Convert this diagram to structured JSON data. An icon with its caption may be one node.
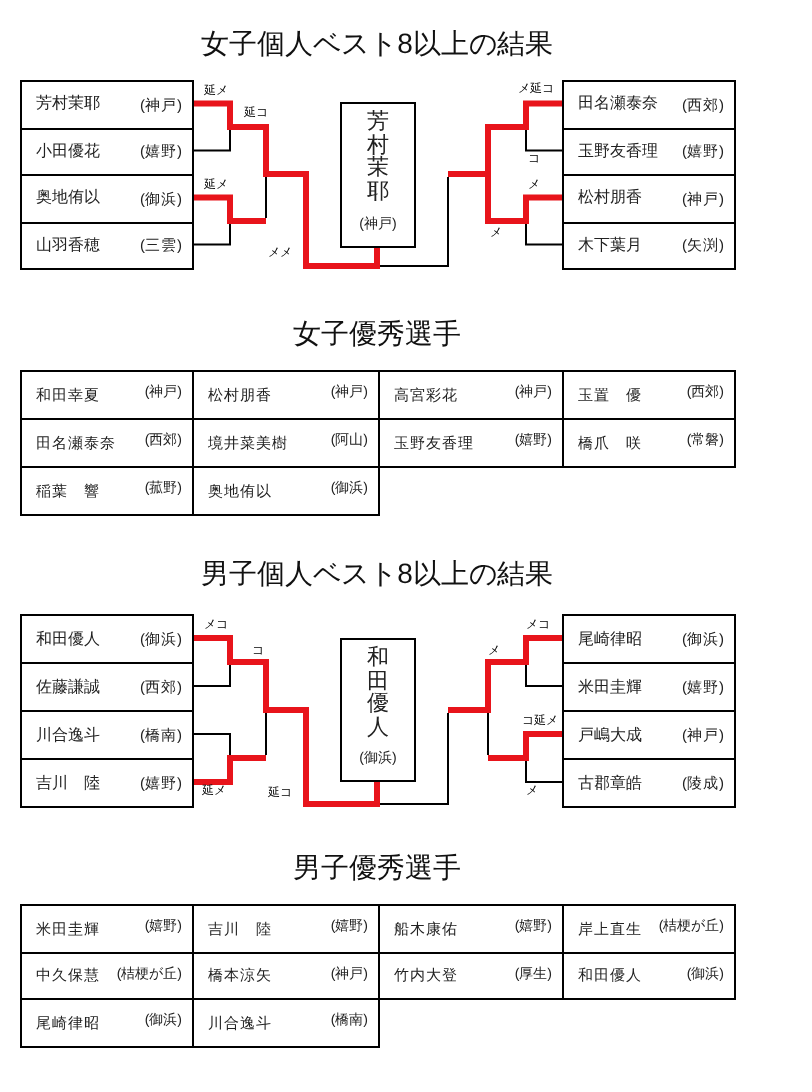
{
  "diagram": {
    "nodes": [
      {
        "text": [
          "芳村茉耶",
          "(神戸)"
        ]
      },
      {
        "text": [
          "小田優花",
          "(嬉野)"
        ]
      },
      {
        "text": [
          "奥地侑以",
          "(御浜)"
        ]
      },
      {
        "text": [
          "山羽香穂",
          "(三雲)"
        ]
      },
      {
        "text": [
          "芳村茉耶",
          "(神戸)"
        ]
      },
      {
        "text": [
          "田名瀬泰奈",
          "(西郊)"
        ]
      },
      {
        "text": [
          "玉野友香理",
          "(嬉野)"
        ]
      },
      {
        "text": [
          "松村朋香",
          "(神戸)"
        ]
      },
      {
        "text": [
          "木下葉月",
          "(矢渕)"
        ]
      },
      {
        "text": [
          "和田優人",
          "(御浜)"
        ]
      },
      {
        "text": [
          "佐藤謙誠",
          "(西郊)"
        ]
      },
      {
        "text": [
          "川合逸斗",
          "(橋南)"
        ]
      },
      {
        "text": [
          "吉川　陸",
          "(嬉野)"
        ]
      },
      {
        "text": [
          "和田優人",
          "(御浜)"
        ]
      },
      {
        "text": [
          "尾崎律昭",
          "(御浜)"
        ]
      },
      {
        "text": [
          "米田圭輝",
          "(嬉野)"
        ]
      },
      {
        "text": [
          "戸嶋大成",
          "(神戸)"
        ]
      },
      {
        "text": [
          "古郡章皓",
          "(陵成)"
        ]
      }
    ],
    "edges": [
      {
        "from": 0,
        "to": 4,
        "arrow": "none",
        "style": "thick",
        "color": "#e8141b"
      },
      {
        "from": 1,
        "to": null,
        "arrow": "none",
        "color": "#000000"
      },
      {
        "from": 2,
        "to": null,
        "arrow": "none",
        "style": "thick",
        "color": "#e8141b"
      },
      {
        "from": 3,
        "to": null,
        "arrow": "none",
        "color": "#000000"
      },
      {
        "from": 5,
        "to": null,
        "arrow": "none",
        "style": "thick",
        "color": "#e8141b"
      },
      {
        "from": 6,
        "to": null,
        "arrow": "none",
        "color": "#000000"
      },
      {
        "from": 7,
        "to": null,
        "arrow": "none",
        "style": "thick",
        "color": "#e8141b"
      },
      {
        "from": 8,
        "to": null,
        "arrow": "none",
        "color": "#000000"
      },
      {
        "from": null,
        "to": 4,
        "arrow": "none",
        "color": "#000000"
      },
      {
        "from": 9,
        "to": 13,
        "arrow": "none",
        "style": "thick",
        "color": "#e8141b"
      },
      {
        "from": 10,
        "to": null,
        "arrow": "none",
        "color": "#000000"
      },
      {
        "from": 11,
        "to": null,
        "arrow": "none",
        "color": "#000000"
      },
      {
        "from": 12,
        "to": null,
        "arrow": "none",
        "style": "thick",
        "color": "#e8141b"
      },
      {
        "from": 14,
        "to": null,
        "arrow": "none",
        "style": "thick",
        "color": "#e8141b"
      },
      {
        "from": 15,
        "to": null,
        "arrow": "none",
        "color": "#000000"
      },
      {
        "from": 16,
        "to": null,
        "arrow": "none",
        "style": "thick",
        "color": "#e8141b"
      },
      {
        "from": 17,
        "to": null,
        "arrow": "none",
        "color": "#000000"
      },
      {
        "from": null,
        "to": 13,
        "arrow": "none",
        "color": "#000000"
      }
    ],
    "labels": [
      "女子個人ベスト8以上の結果",
      "延メ",
      "メ延コ",
      "延コ",
      "コ",
      "延メ",
      "メ",
      "メ",
      "メメ",
      "女子優秀選手",
      "和田幸夏",
      "(神戸)",
      "松村朋香",
      "(神戸)",
      "高宮彩花",
      "(神戸)",
      "玉置　優",
      "(西郊)",
      "田名瀬泰奈",
      "(西郊)",
      "境井菜美樹",
      "(阿山)",
      "玉野友香理",
      "(嬉野)",
      "橋爪　咲",
      "(常磐)",
      "稲葉　響",
      "(菰野)",
      "奥地侑以",
      "(御浜)",
      "男子個人ベスト8以上の結果",
      "メコ",
      "メコ",
      "コ",
      "メ",
      "コ延メ",
      "延メ",
      "延コ",
      "メ",
      "男子優秀選手",
      "米田圭輝",
      "(嬉野)",
      "吉川　陸",
      "(嬉野)",
      "船木康佑",
      "(嬉野)",
      "岸上直生",
      "(桔梗が丘)",
      "中久保慧",
      "(桔梗が丘)",
      "橋本涼矢",
      "(神戸)",
      "竹内大登",
      "(厚生)",
      "和田優人",
      "(御浜)",
      "尾崎律昭",
      "(御浜)",
      "川合逸斗",
      "(橋南)"
    ]
  }
}
